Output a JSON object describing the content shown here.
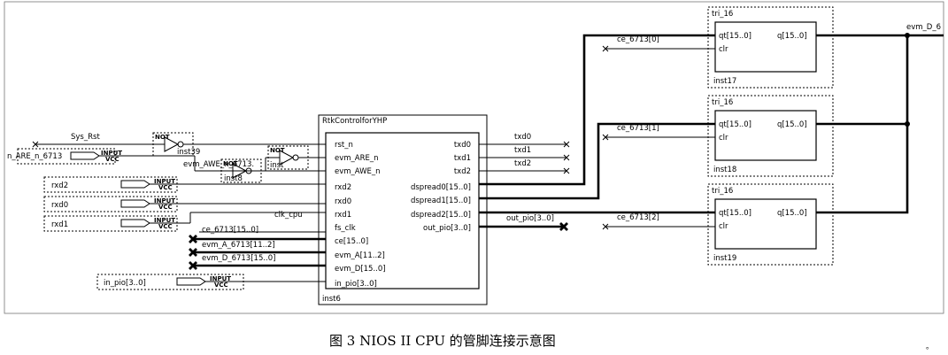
{
  "caption": "图 3   NIOS II CPU 的管脚连接示意图",
  "caption_tail": "。",
  "main_block": {
    "title": "RtkControlforYHP",
    "instance": "inst6",
    "left_ports": [
      "rst_n",
      "evm_ARE_n",
      "evm_AWE_n",
      "rxd2",
      "rxd0",
      "rxd1",
      "fs_clk",
      "ce[15..0]",
      "evm_A[11..2]",
      "evm_D[15..0]",
      "in_pio[3..0]"
    ],
    "right_ports": [
      "txd0",
      "txd1",
      "txd2",
      "dspread0[15..0]",
      "dspread1[15..0]",
      "dspread2[15..0]",
      "out_pio[3..0]"
    ]
  },
  "tri_blocks": [
    {
      "title": "tri_16",
      "ports": [
        "qt[15..0]",
        "clr",
        "q[15..0]"
      ],
      "instance": "inst17",
      "ce": "ce_6713[0]"
    },
    {
      "title": "tri_16",
      "ports": [
        "qt[15..0]",
        "clr",
        "q[15..0]"
      ],
      "instance": "inst18",
      "ce": "ce_6713[1]"
    },
    {
      "title": "tri_16",
      "ports": [
        "qt[15..0]",
        "clr",
        "q[15..0]"
      ],
      "instance": "inst19",
      "ce": "ce_6713[2]"
    }
  ],
  "output_bus": "evm_D_6",
  "nets": {
    "sys_rst": "Sys_Rst",
    "are": "n_ARE_n_6713",
    "awe": "evm_AWE_n_6713.",
    "clk": "clk_cpu",
    "ce": "ce_6713[15..0]",
    "evm_a": "evm_A_6713[11..2]",
    "evm_d": "evm_D_6713[15..0]",
    "out_pio": "out_pio[3..0]",
    "txd0": "txd0",
    "txd1": "txd1",
    "txd2": "txd2"
  },
  "gates": {
    "not1": "NOT",
    "inst39": "inst39",
    "not2": "NOT",
    "inst8": "inst8",
    "not3": "NOT",
    "inst": "inst"
  },
  "inputs": {
    "rxd2": "rxd2",
    "rxd0": "rxd0",
    "rxd1": "rxd1",
    "in_pio": "in_pio[3..0]"
  },
  "pin": {
    "input": "INPUT",
    "vcc": "VCC"
  }
}
